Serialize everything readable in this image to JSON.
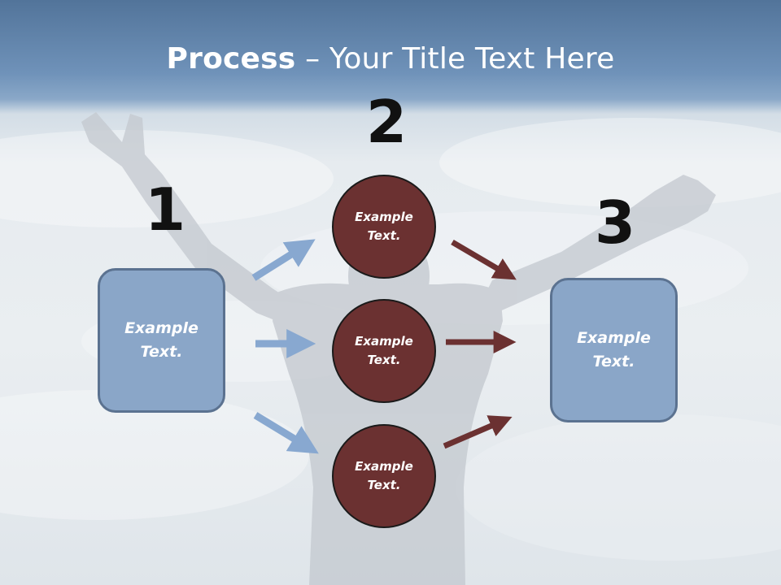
{
  "slide": {
    "title_bold": "Process",
    "title_rest": " – Your Title Text Here",
    "steps": [
      {
        "number": "1",
        "text": "Example Text."
      },
      {
        "number": "2",
        "text": "Example Text."
      },
      {
        "number": "3",
        "text": "Example Text."
      }
    ],
    "circles": [
      {
        "text": "Example Text."
      },
      {
        "text": "Example Text."
      },
      {
        "text": "Example Text."
      }
    ]
  },
  "colors": {
    "header_blue": "#52749a",
    "box_fill": "#8aa6c8",
    "box_border": "#5b7290",
    "circle_fill": "#6b3131",
    "blue_arrow": "#88a8d0",
    "red_arrow": "#6b3131"
  }
}
